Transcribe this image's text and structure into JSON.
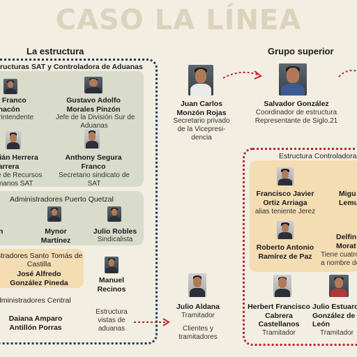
{
  "title": "CASO LA LÍNEA",
  "left_heading": "La estructura",
  "right_heading": "Grupo superior",
  "sat_section": {
    "label": "ructuras SAT y Controladora de Aduanas",
    "people": [
      {
        "name": "ar Franco\nChacón",
        "role": "rintendente"
      },
      {
        "name": "Gustavo Adolfo\nMorales Pinzón",
        "role": "Jefe de la División Sur de\nAduanas"
      },
      {
        "name": "stián Herrera\nCarrera",
        "role": "e de Recursos\nmanos SAT"
      },
      {
        "name": "Anthony Segura\nFranco",
        "role": "Secretario sindicato de\nSAT"
      }
    ]
  },
  "quetzal_section": {
    "label": "Administradores Puerto Quetzal",
    "people": [
      {
        "name": "n",
        "role": ""
      },
      {
        "name": "Mynor\nMartínez",
        "role": ""
      },
      {
        "name": "Julio Robles",
        "role": "Sindicalista"
      }
    ]
  },
  "castilla_section": {
    "label": "stradores Santo Tomás de\nCastilla",
    "person": {
      "name": "José Alfredo\nGonzález Pineda"
    },
    "central_label": "dministradores Central",
    "central_person": {
      "name": "Daiana Amparo\nAntillón Porras"
    }
  },
  "manuel": {
    "name": "Manuel\nRecinos",
    "role": "Estructura\nvistas de\naduanas"
  },
  "julio_aldana": {
    "name": "Julio Aldana",
    "role": "Tramitador",
    "note": "Clientes y\ntramitadores"
  },
  "juan_carlos": {
    "name": "Juan Carlos\nMonzón Rojas",
    "role": "Secretario privado\nde la Vicepresi-\ndencia"
  },
  "salvador": {
    "name": "Salvador González",
    "role": "Coordinador de estructura\nRepresentante de Siglo.21"
  },
  "controladora": {
    "label": "Estructura Controladora de",
    "people": [
      {
        "name": "Francisco Javier\nOrtiz Arriaga",
        "role": "alias teniente Jerez"
      },
      {
        "name": "Migu\nLemu",
        "role": ""
      },
      {
        "name": "Roberto Antonio\nRamírez de Paz",
        "role": ""
      },
      {
        "name": "Delfin\nMorat",
        "role": "Tiene cuatro\na nombre de"
      }
    ]
  },
  "bottom_right": [
    {
      "name": "Herbert Francisco\nCabrera\nCastellanos",
      "role": "Tramitador"
    },
    {
      "name": "Julio Estuardo\nGonzález de\nLeón",
      "role": "Tramitador"
    }
  ],
  "colors": {
    "blue_border": "#1d3d63",
    "red_border": "#c0272d",
    "green_box": "#d9dccb",
    "cream_box": "#f4dcb3"
  }
}
